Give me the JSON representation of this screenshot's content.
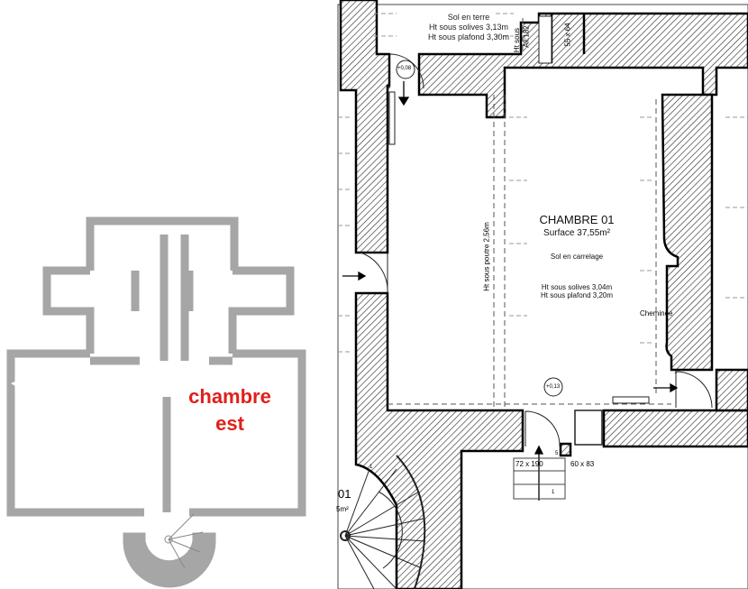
{
  "left_plan": {
    "room_label_line1": "chambre",
    "room_label_line2": "est",
    "wall_color": "#a6a6a6",
    "label_color": "#e0201b"
  },
  "right_plan": {
    "top_room": {
      "floor": "Sol en terre",
      "joist_height": "Ht sous solives 3,13m",
      "ceiling_height": "Ht sous plafond 3,30m"
    },
    "top_dims": {
      "ht_sous": "Ht sous",
      "all": "All:182",
      "opening": "55 x 64"
    },
    "level_top": "+0,08",
    "room": {
      "name": "CHAMBRE 01",
      "surface": "Surface 37,55m²",
      "floor": "Sol en carrelage",
      "joist_height": "Ht sous solives 3,04m",
      "ceiling_height": "Ht sous plafond 3,20m",
      "beam_height": "Ht sous poutre 2,56m",
      "fireplace": "Cheminée",
      "level": "+0,13"
    },
    "door_dim": "72 x 190",
    "window_dim": "60 x 83",
    "step_marks": [
      "1",
      "1",
      "1",
      "5"
    ],
    "stair_room_fragment": "01",
    "stair_area_fragment": "5m²"
  }
}
